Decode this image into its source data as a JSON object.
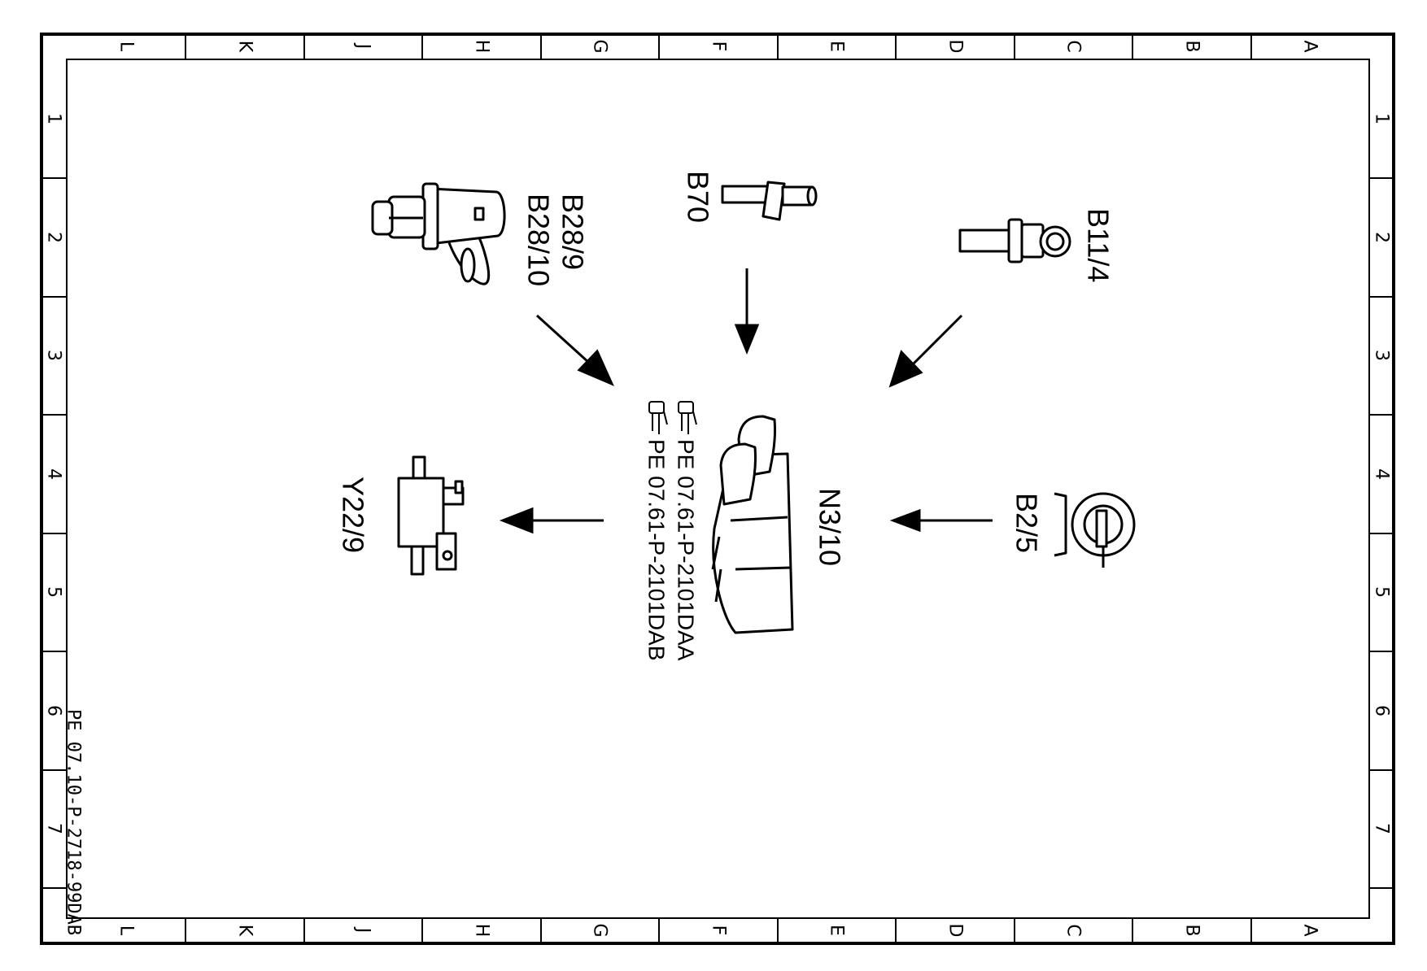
{
  "frame": {
    "column_letters": [
      "L",
      "K",
      "J",
      "H",
      "G",
      "F",
      "E",
      "D",
      "C",
      "B",
      "A"
    ],
    "row_numbers": [
      "1",
      "2",
      "3",
      "4",
      "5",
      "6",
      "7"
    ]
  },
  "document_id": "PE 07.10-P-2718-99DAB",
  "components": {
    "crank_sensor_label_1": "B28/9",
    "crank_sensor_label_2": "B28/10",
    "b70_label": "B70",
    "b11_label": "B11/4",
    "b2_label": "B2/5",
    "y22_label": "Y22/9",
    "control_unit_label": "N3/10"
  },
  "references": [
    {
      "text": "PE 07.61-P-2101DAA",
      "icon": "pointing-hand-icon"
    },
    {
      "text": "PE 07.61-P-2101DAB",
      "icon": "pointing-hand-icon"
    }
  ]
}
